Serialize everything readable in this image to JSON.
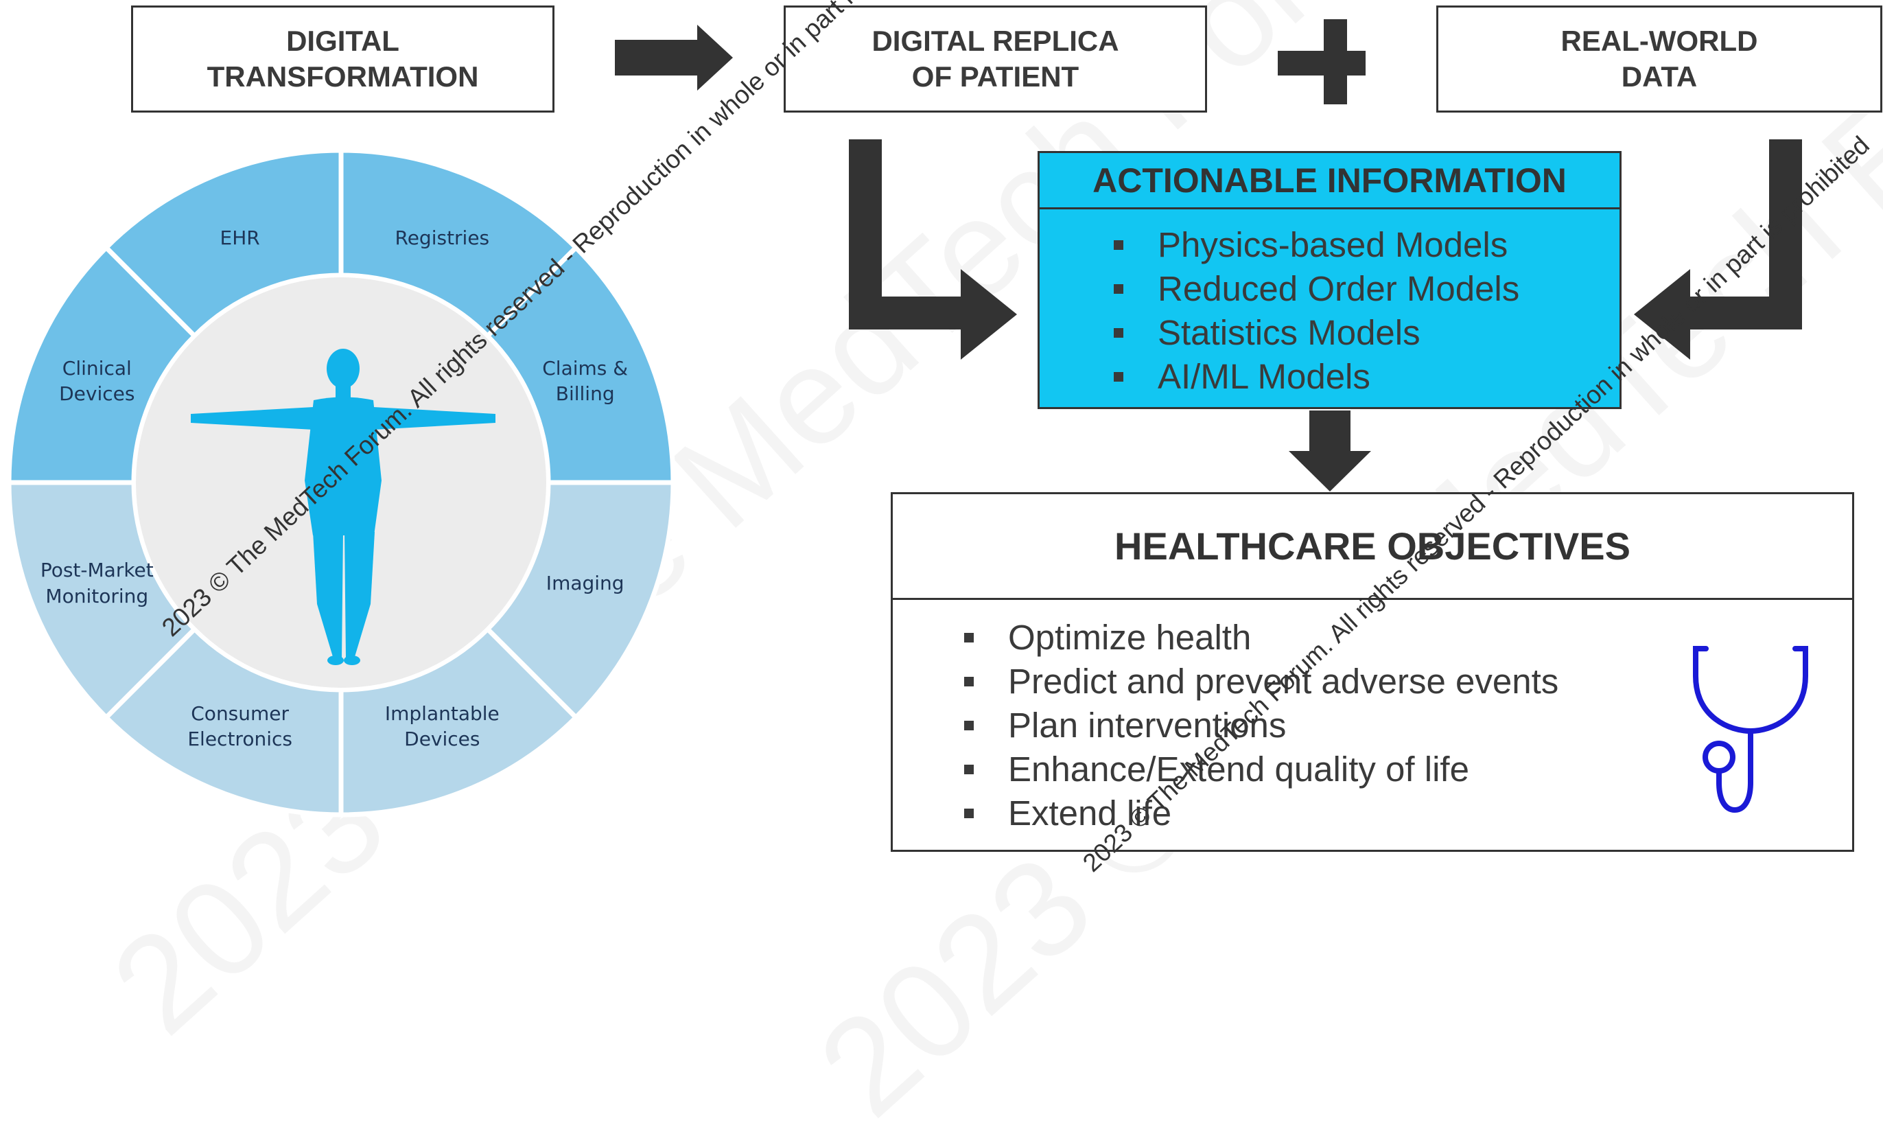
{
  "colors": {
    "box_border": "#333333",
    "arrow": "#333333",
    "actionable_fill": "#12c6f2",
    "wheel_dark": "#6ec0e8",
    "wheel_light": "#b5d7ea",
    "wheel_center": "#ececec",
    "figure": "#12b3ea",
    "stethoscope": "#1a1ad6"
  },
  "header": {
    "digital_transformation": "DIGITAL\nTRANSFORMATION",
    "digital_replica": "DIGITAL REPLICA\nOF PATIENT",
    "real_world_data": "REAL-WORLD\nDATA"
  },
  "wheel": {
    "segments": [
      {
        "label": "EHR",
        "shade": "dark"
      },
      {
        "label": "Registries",
        "shade": "dark"
      },
      {
        "label": "Claims &\nBilling",
        "shade": "dark"
      },
      {
        "label": "Imaging",
        "shade": "light"
      },
      {
        "label": "Implantable\nDevices",
        "shade": "light"
      },
      {
        "label": "Consumer\nElectronics",
        "shade": "light"
      },
      {
        "label": "Post-Market\nMonitoring",
        "shade": "light"
      },
      {
        "label": "Clinical\nDevices",
        "shade": "dark"
      }
    ],
    "center_icon": "human-figure-icon"
  },
  "actionable": {
    "title": "ACTIONABLE INFORMATION",
    "items": [
      "Physics-based Models",
      "Reduced Order Models",
      "Statistics Models",
      "AI/ML Models"
    ]
  },
  "objectives": {
    "title": "HEALTHCARE OBJECTIVES",
    "items": [
      "Optimize health",
      "Predict and prevent adverse events",
      "Plan interventions",
      "Enhance/Extend quality of life",
      "Extend life"
    ],
    "icon": "stethoscope-icon"
  },
  "watermark": {
    "text": "2023 © The MedTech Forum. All rights reserved - Reproduction in whole or in part is prohibited"
  }
}
